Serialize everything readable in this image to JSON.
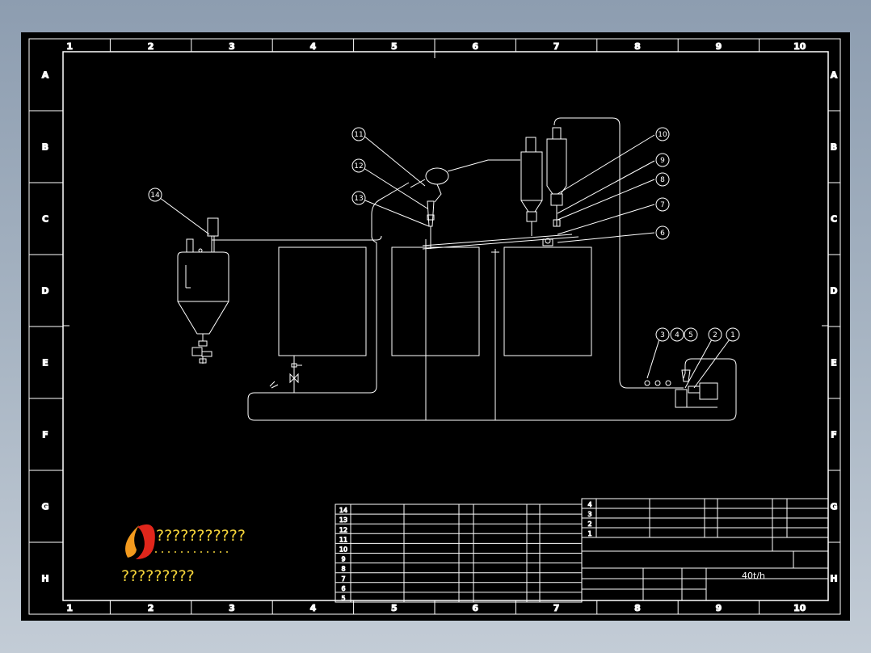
{
  "grid": {
    "columns": [
      "1",
      "2",
      "3",
      "4",
      "5",
      "6",
      "7",
      "8",
      "9",
      "10"
    ],
    "rows": [
      "A",
      "B",
      "C",
      "D",
      "E",
      "F",
      "G",
      "H"
    ]
  },
  "balloons": [
    "1",
    "2",
    "3",
    "4",
    "5",
    "6",
    "7",
    "8",
    "9",
    "10",
    "11",
    "12",
    "13",
    "14"
  ],
  "parts_list": {
    "left_item_numbers": [
      "14",
      "13",
      "12",
      "11",
      "10",
      "9",
      "8",
      "7",
      "6",
      "5"
    ],
    "right_item_numbers": [
      "4",
      "3",
      "2",
      "1"
    ]
  },
  "title_block": {
    "capacity": "40t/h"
  },
  "logo": {
    "line1": "???????????",
    "line2": "?????????",
    "colors": {
      "flame_red": "#e0261b",
      "flame_orange": "#f39a1e",
      "text_yellow": "#f6d53a"
    }
  },
  "colors": {
    "frame_bg": "#8d9db0",
    "canvas": "#000000",
    "lines": "#ffffff"
  }
}
